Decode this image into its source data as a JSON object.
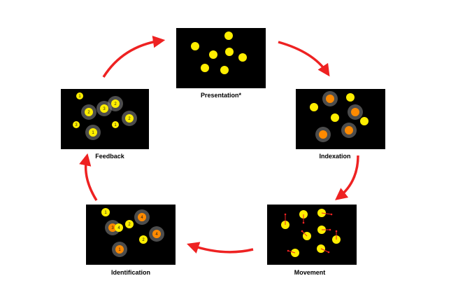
{
  "diagram": {
    "colors": {
      "background": "#ffffff",
      "panel": "#000000",
      "dot_yellow": "#ffee00",
      "dot_orange": "#ff8a00",
      "halo": "#8a8a8a",
      "arrow": "#ee2222",
      "digit": "#222222"
    },
    "stages": [
      {
        "id": "presentation",
        "label": "Presentation*"
      },
      {
        "id": "indexation",
        "label": "Indexation"
      },
      {
        "id": "movement",
        "label": "Movement"
      },
      {
        "id": "identification",
        "label": "Identification"
      },
      {
        "id": "feedback",
        "label": "Feedback"
      }
    ],
    "feedback_digits": [
      "1",
      "2",
      "3",
      "2",
      "3",
      "1",
      "2",
      "1"
    ],
    "identification_digits": [
      "1",
      "4",
      "2",
      "3",
      "3",
      "2",
      "4",
      "1"
    ]
  }
}
